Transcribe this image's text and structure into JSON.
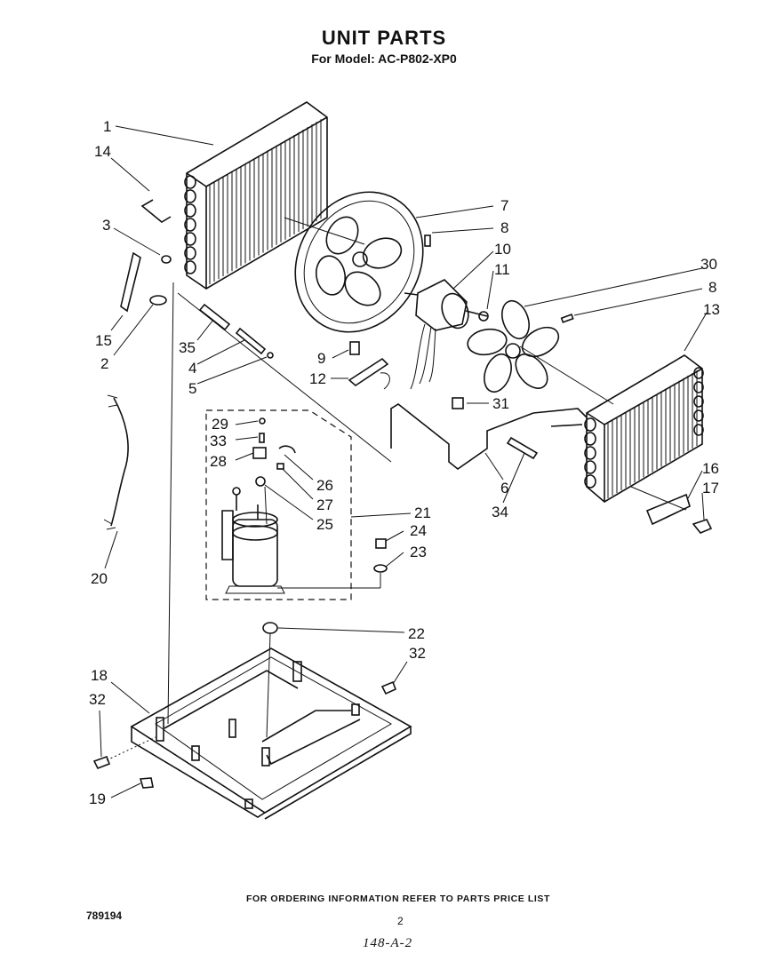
{
  "header": {
    "title": "UNIT PARTS",
    "subtitle": "For Model: AC-P802-XP0"
  },
  "callouts": [
    {
      "id": "c1",
      "label": "1"
    },
    {
      "id": "c14",
      "label": "14"
    },
    {
      "id": "c3",
      "label": "3"
    },
    {
      "id": "c15",
      "label": "15"
    },
    {
      "id": "c2",
      "label": "2"
    },
    {
      "id": "c35",
      "label": "35"
    },
    {
      "id": "c4",
      "label": "4"
    },
    {
      "id": "c5",
      "label": "5"
    },
    {
      "id": "c7",
      "label": "7"
    },
    {
      "id": "c8a",
      "label": "8"
    },
    {
      "id": "c10",
      "label": "10"
    },
    {
      "id": "c11",
      "label": "11"
    },
    {
      "id": "c30",
      "label": "30"
    },
    {
      "id": "c8b",
      "label": "8"
    },
    {
      "id": "c13",
      "label": "13"
    },
    {
      "id": "c9",
      "label": "9"
    },
    {
      "id": "c12",
      "label": "12"
    },
    {
      "id": "c31",
      "label": "31"
    },
    {
      "id": "c29",
      "label": "29"
    },
    {
      "id": "c33",
      "label": "33"
    },
    {
      "id": "c28",
      "label": "28"
    },
    {
      "id": "c26",
      "label": "26"
    },
    {
      "id": "c27",
      "label": "27"
    },
    {
      "id": "c25",
      "label": "25"
    },
    {
      "id": "c21",
      "label": "21"
    },
    {
      "id": "c24",
      "label": "24"
    },
    {
      "id": "c23",
      "label": "23"
    },
    {
      "id": "c6",
      "label": "6"
    },
    {
      "id": "c34",
      "label": "34"
    },
    {
      "id": "c16",
      "label": "16"
    },
    {
      "id": "c17",
      "label": "17"
    },
    {
      "id": "c20",
      "label": "20"
    },
    {
      "id": "c22",
      "label": "22"
    },
    {
      "id": "c32a",
      "label": "32"
    },
    {
      "id": "c18",
      "label": "18"
    },
    {
      "id": "c32b",
      "label": "32"
    },
    {
      "id": "c19",
      "label": "19"
    }
  ],
  "footer": {
    "note": "FOR ORDERING INFORMATION REFER TO PARTS PRICE LIST",
    "doc_number": "789194",
    "page": "2",
    "handwritten_code": "148-A-2"
  }
}
